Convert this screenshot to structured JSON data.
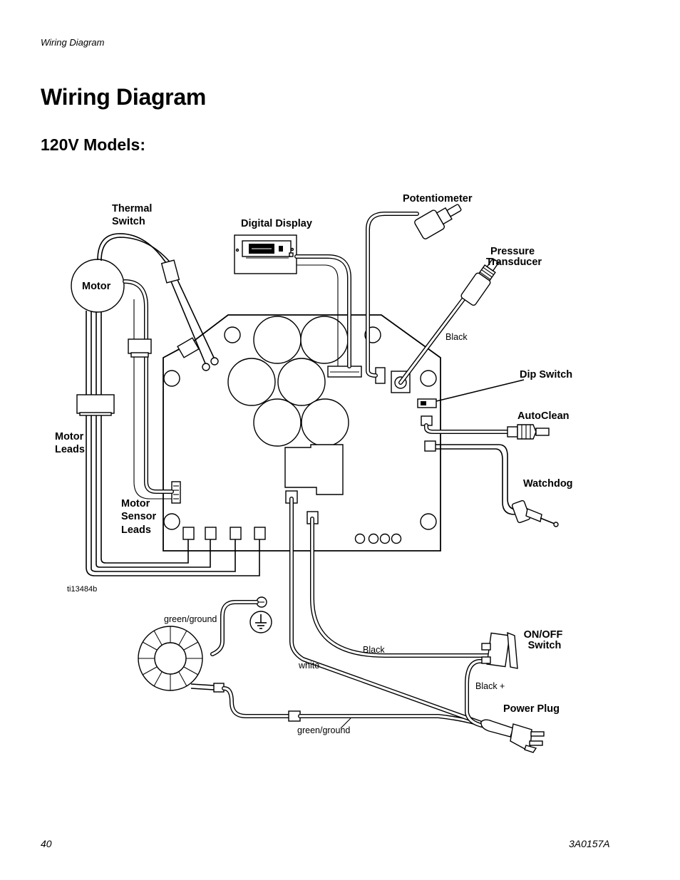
{
  "header": {
    "running_head": "Wiring Diagram"
  },
  "page_title": "Wiring Diagram",
  "section_title": "120V Models:",
  "diagram": {
    "labels": {
      "thermal_switch": [
        "Thermal",
        "Switch"
      ],
      "motor": "Motor",
      "digital_display": "Digital Display",
      "potentiometer": "Potentiometer",
      "pressure_transducer": [
        "Pressure",
        "Transducer"
      ],
      "black_transducer": "Black",
      "dip_switch": "Dip Switch",
      "autoclean": "AutoClean",
      "motor_leads": [
        "Motor",
        "Leads"
      ],
      "watchdog": "Watchdog",
      "motor_sensor_leads": [
        "Motor",
        "Sensor",
        "Leads"
      ],
      "figure_id": "ti13484b",
      "green_ground_top": "green/ground",
      "on_off_switch": [
        "ON/OFF",
        "Switch"
      ],
      "black_switch": "Black",
      "white": "white",
      "black_plus": "Black +",
      "power_plug": "Power Plug",
      "green_ground_bottom": "green/ground"
    }
  },
  "footer": {
    "page_number": "40",
    "doc_number": "3A0157A"
  }
}
